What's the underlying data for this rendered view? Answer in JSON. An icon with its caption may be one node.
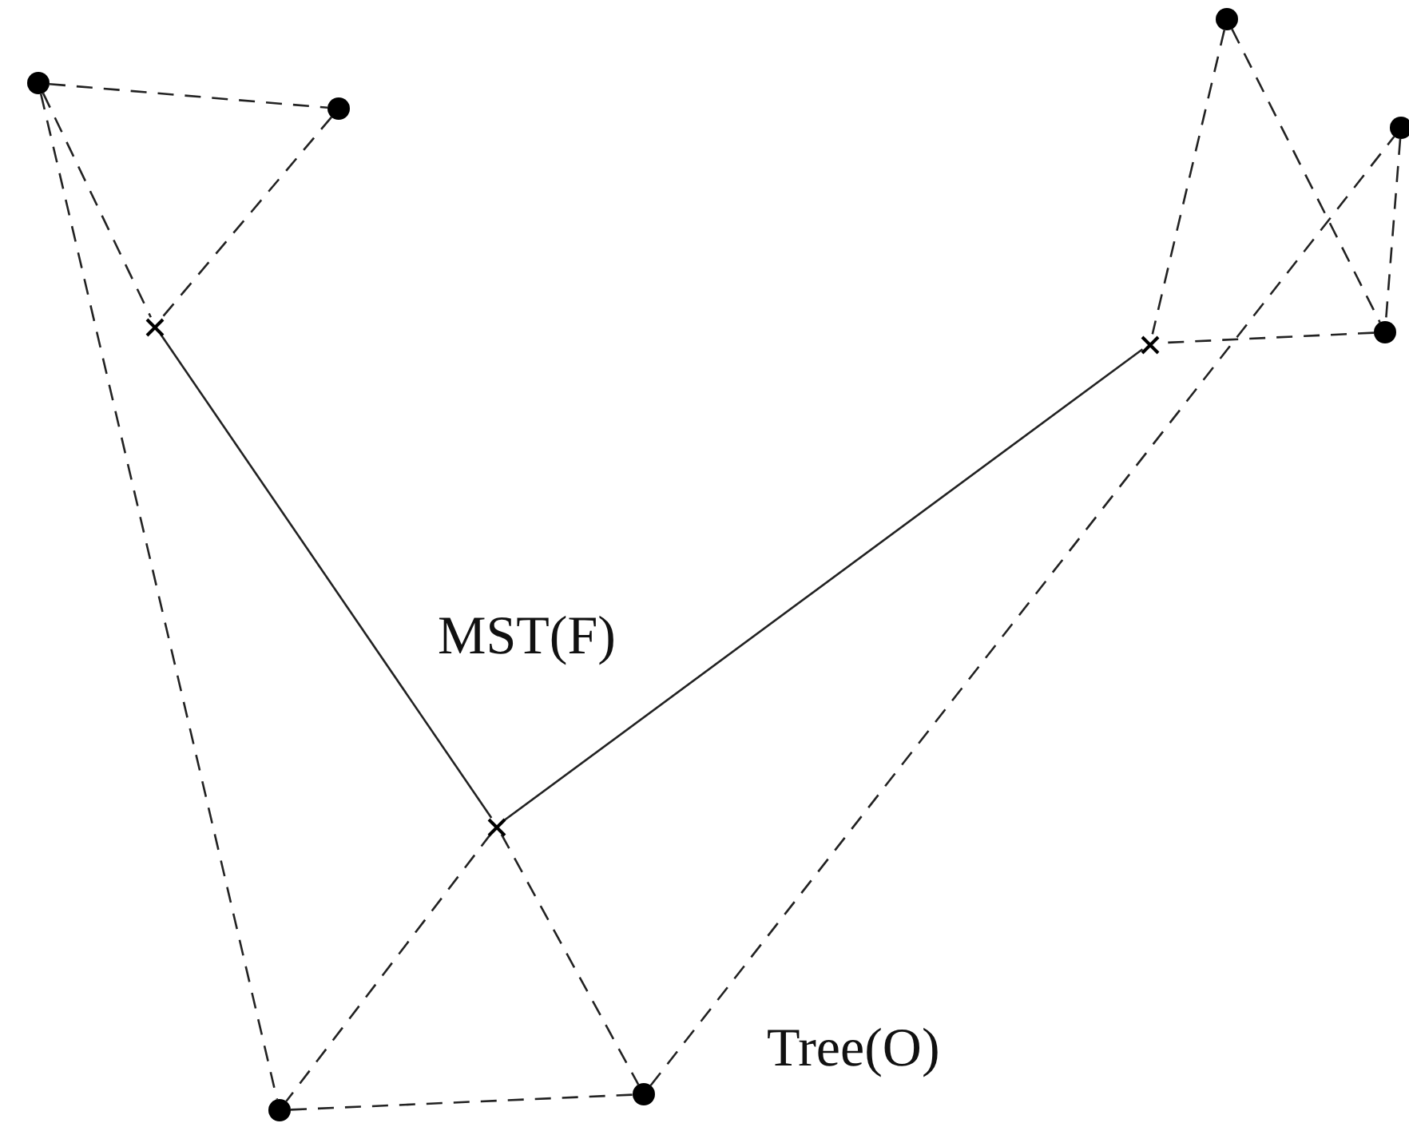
{
  "diagram": {
    "nodes": [
      {
        "text": [],
        "shape": "circle"
      },
      {
        "text": [],
        "shape": "circle"
      },
      {
        "text": [],
        "shape": "circle"
      },
      {
        "text": [],
        "shape": "circle"
      },
      {
        "text": [],
        "shape": "cross"
      },
      {
        "text": [],
        "shape": "circle"
      },
      {
        "text": [],
        "shape": "cross"
      },
      {
        "text": [],
        "shape": "cross"
      },
      {
        "text": [],
        "shape": "circle"
      },
      {
        "text": [],
        "shape": "circle"
      }
    ],
    "edges": [
      {
        "from": 1,
        "to": 2,
        "arrow": "none",
        "style": "dashed"
      },
      {
        "from": 1,
        "to": 9,
        "arrow": "none",
        "style": "dashed"
      },
      {
        "from": 9,
        "to": 8,
        "arrow": "none",
        "style": "dashed"
      },
      {
        "from": 8,
        "to": 3,
        "arrow": "none",
        "style": "dashed"
      },
      {
        "from": 3,
        "to": 5,
        "arrow": "none",
        "style": "dashed"
      },
      {
        "from": 0,
        "to": 5,
        "arrow": "none",
        "style": "dashed"
      },
      {
        "from": 1,
        "to": 4,
        "arrow": "none",
        "style": "dashed"
      },
      {
        "from": 2,
        "to": 4,
        "arrow": "none",
        "style": "dashed"
      },
      {
        "from": 0,
        "to": 6,
        "arrow": "none",
        "style": "dashed"
      },
      {
        "from": 5,
        "to": 6,
        "arrow": "none",
        "style": "dashed"
      },
      {
        "from": 7,
        "to": 9,
        "arrow": "none",
        "style": "dashed"
      },
      {
        "from": 7,
        "to": 8,
        "arrow": "none",
        "style": "dashed"
      },
      {
        "from": 4,
        "to": 7,
        "arrow": "none"
      },
      {
        "from": 7,
        "to": 6,
        "arrow": "none"
      }
    ],
    "labels": [
      "MST(F)",
      "Tree(O)"
    ]
  }
}
